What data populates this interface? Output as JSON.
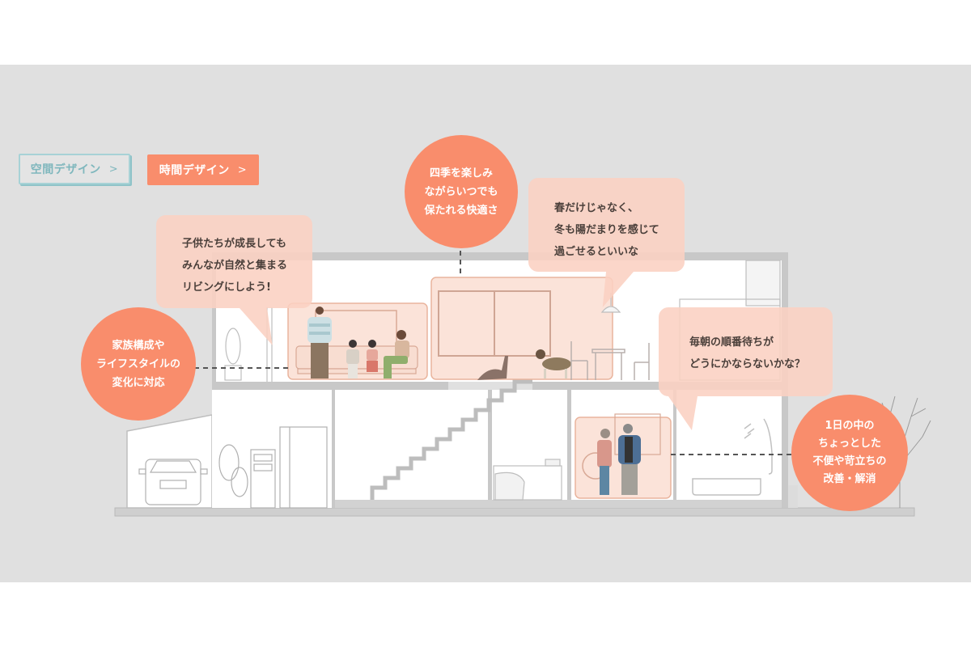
{
  "tabs": [
    {
      "label": "空間デザイン",
      "chevron": ">",
      "active": false
    },
    {
      "label": "時間デザイン",
      "chevron": ">",
      "active": true
    }
  ],
  "circles": {
    "top": {
      "lines": [
        "四季を楽しみ",
        "ながらいつでも",
        "保たれる快適さ"
      ]
    },
    "left": {
      "lines": [
        "家族構成や",
        "ライフスタイルの",
        "変化に対応"
      ]
    },
    "right": {
      "lines": [
        "1日の中の",
        "ちょっとした",
        "不便や苛立ちの",
        "改善・解消"
      ]
    }
  },
  "bubbles": {
    "living": {
      "lines": [
        "子供たちが成長しても",
        "みんなが自然と集まる",
        "リビングにしよう!"
      ]
    },
    "winter": {
      "lines": [
        "春だけじゃなく、",
        "冬も陽だまりを感じて",
        "過ごせるといいな"
      ]
    },
    "morning": {
      "lines": [
        "毎朝の順番待ちが",
        "どうにかならないかな？"
      ]
    }
  },
  "colors": {
    "accent": "#f98d6c",
    "bubble": "#fad0c1",
    "teal": "#7fb7bd",
    "background": "#e0e0e0",
    "wall": "#c8c8c8"
  }
}
